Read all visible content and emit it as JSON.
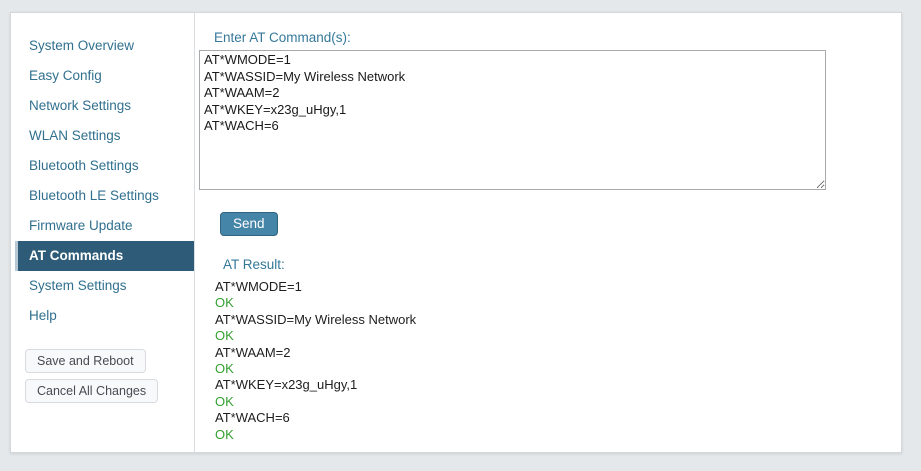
{
  "colors": {
    "page_bg": "#e4e8eb",
    "panel_bg": "#ffffff",
    "sidebar_link": "#31708f",
    "selected_item_bg": "#2e5c78",
    "selected_item_accent": "#b7c7d3",
    "selected_item_text": "#ffffff",
    "section_label": "#35789a",
    "send_button_bg": "#4585a8",
    "send_button_border": "#2f6480",
    "result_command_text": "#1e1e1e",
    "result_ok_text": "#35a033"
  },
  "sidebar": {
    "items": [
      {
        "label": "System Overview",
        "selected": false
      },
      {
        "label": "Easy Config",
        "selected": false
      },
      {
        "label": "Network Settings",
        "selected": false
      },
      {
        "label": "WLAN Settings",
        "selected": false
      },
      {
        "label": "Bluetooth Settings",
        "selected": false
      },
      {
        "label": "Bluetooth LE Settings",
        "selected": false
      },
      {
        "label": "Firmware Update",
        "selected": false
      },
      {
        "label": "AT Commands",
        "selected": true
      },
      {
        "label": "System Settings",
        "selected": false
      },
      {
        "label": "Help",
        "selected": false
      }
    ],
    "buttons": [
      {
        "label": "Save and Reboot"
      },
      {
        "label": "Cancel All Changes"
      }
    ]
  },
  "main": {
    "input_label": "Enter AT Command(s):",
    "command_input": "AT*WMODE=1\nAT*WASSID=My Wireless Network\nAT*WAAM=2\nAT*WKEY=x23g_uHgy,1\nAT*WACH=6",
    "send_label": "Send",
    "result_label": "AT Result:",
    "results": [
      {
        "text": "AT*WMODE=1",
        "type": "command"
      },
      {
        "text": "OK",
        "type": "ok"
      },
      {
        "text": "AT*WASSID=My Wireless Network",
        "type": "command"
      },
      {
        "text": "OK",
        "type": "ok"
      },
      {
        "text": "AT*WAAM=2",
        "type": "command"
      },
      {
        "text": "OK",
        "type": "ok"
      },
      {
        "text": "AT*WKEY=x23g_uHgy,1",
        "type": "command"
      },
      {
        "text": "OK",
        "type": "ok"
      },
      {
        "text": "AT*WACH=6",
        "type": "command"
      },
      {
        "text": "OK",
        "type": "ok"
      }
    ]
  }
}
